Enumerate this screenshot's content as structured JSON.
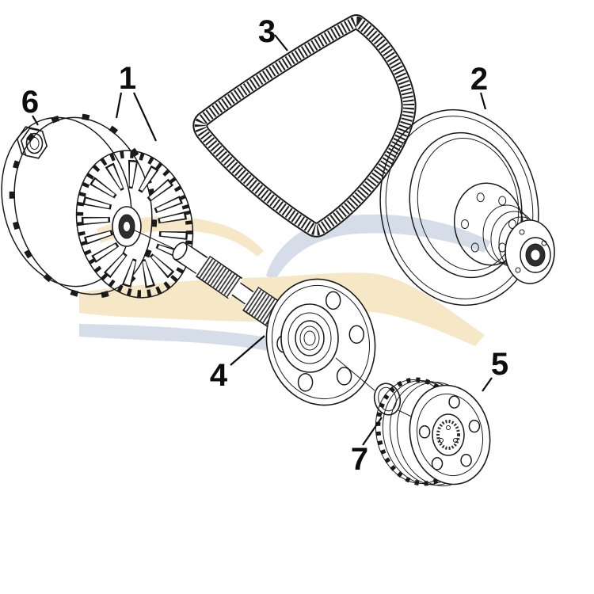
{
  "diagram": {
    "type": "exploded-parts-diagram",
    "background_color": "#ffffff",
    "line_color": "#1a1a1a",
    "watermark_colors": {
      "beige": "#f6e8c7",
      "blue": "#d5dde9"
    },
    "callouts": [
      {
        "number": "1",
        "target": "primary-clutch-drive-pulley"
      },
      {
        "number": "2",
        "target": "secondary-clutch-driven-pulley"
      },
      {
        "number": "3",
        "target": "drive-belt"
      },
      {
        "number": "4",
        "target": "clutch-shaft-with-flange"
      },
      {
        "number": "5",
        "target": "clutch-pack"
      },
      {
        "number": "6",
        "target": "nut"
      },
      {
        "number": "7",
        "target": "washer"
      }
    ]
  }
}
